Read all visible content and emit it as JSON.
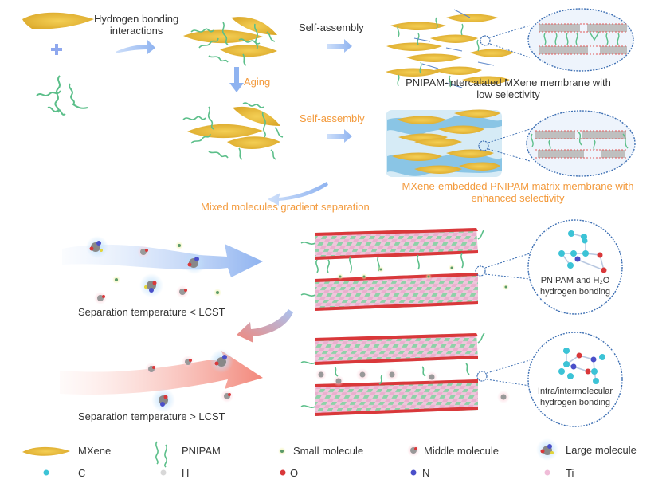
{
  "colors": {
    "mxene": "#e9b935",
    "pnipam": "#5cbf8a",
    "arrow_blue": "#8fb3f0",
    "arrow_red": "#f2877a",
    "orange_text": "#f39a3c",
    "callout_border": "#3d6fb3",
    "membrane_red": "#d9383a",
    "membrane_pink": "#f0c6dc",
    "membrane_green": "#8fd1a8",
    "water_blue": "#6bb6de"
  },
  "top": {
    "hbond_label": [
      "Hydrogen bonding",
      "interactions"
    ],
    "aging_label": "Aging",
    "self_assembly_1": "Self-assembly",
    "self_assembly_2": "Self-assembly",
    "membrane1_caption": [
      "PNIPAM-intercalated MXene membrane with",
      "low selectivity"
    ],
    "membrane2_caption": [
      "MXene-embedded PNIPAM matrix membrane with",
      "enhanced selectivity"
    ],
    "gradient_label": "Mixed molecules gradient separation"
  },
  "bottom": {
    "below_lcst": "Separation temperature < LCST",
    "above_lcst": "Separation temperature > LCST",
    "callout1": [
      "PNIPAM and H₂O",
      "hydrogen bonding"
    ],
    "callout2": [
      "Intra/intermolecular",
      "hydrogen bonding"
    ]
  },
  "legend": {
    "row1": [
      {
        "icon": "mxene-sheet-icon",
        "label": "MXene"
      },
      {
        "icon": "pnipam-chain-icon",
        "label": "PNIPAM"
      },
      {
        "icon": "small-molecule-icon",
        "label": "Small molecule"
      },
      {
        "icon": "middle-molecule-icon",
        "label": "Middle molecule"
      },
      {
        "icon": "large-molecule-icon",
        "label": "Large molecule"
      }
    ],
    "row2": [
      {
        "icon": "carbon-atom-icon",
        "label": "C",
        "color": "#3cc3d6"
      },
      {
        "icon": "hydrogen-atom-icon",
        "label": "H",
        "color": "#d8d8d8"
      },
      {
        "icon": "oxygen-atom-icon",
        "label": "O",
        "color": "#d9383a"
      },
      {
        "icon": "nitrogen-atom-icon",
        "label": "N",
        "color": "#4a4fc9"
      },
      {
        "icon": "titanium-atom-icon",
        "label": "Ti",
        "color": "#f0bcd8"
      }
    ]
  }
}
